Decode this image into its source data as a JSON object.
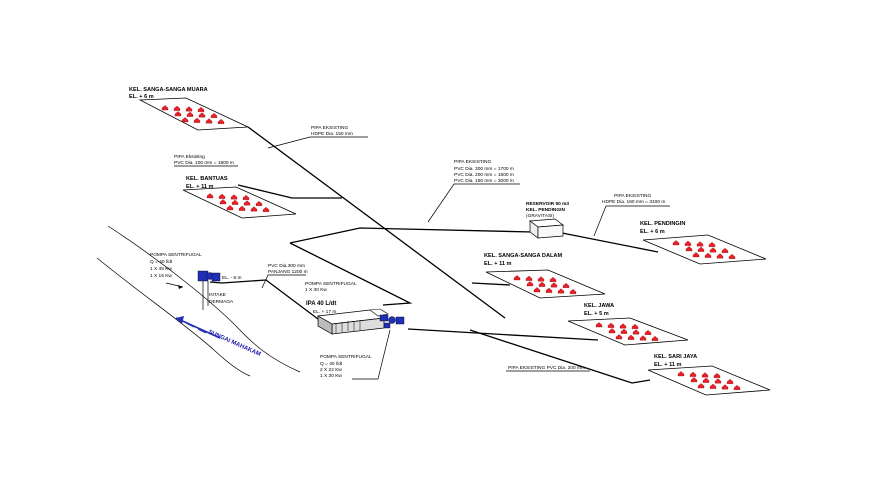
{
  "areas": [
    {
      "id": "muara",
      "name": "KEL. SANGA-SANGA MUARA",
      "elev": "EL. + 6 m"
    },
    {
      "id": "bantuas",
      "name": "KEL. BANTUAS",
      "elev": "EL. + 11 m"
    },
    {
      "id": "dalam",
      "name": "KEL. SANGA-SANGA DALAM",
      "elev": "EL. + 11 m"
    },
    {
      "id": "pendingin",
      "name": "KEL. PENDINGIN",
      "elev": "EL. + 6 m"
    },
    {
      "id": "jawa",
      "name": "KEL. JAWA",
      "elev": "EL. + 5 m"
    },
    {
      "id": "sarijaya",
      "name": "KEL. SARI JAYA",
      "elev": "EL. + 11 m"
    }
  ],
  "notes": {
    "pipa_hdpe_150": [
      "PIPA EKSISTING",
      "HDPE Dia. 150 mm"
    ],
    "pipa_pvc_100": [
      "PIPA Eksisting",
      "PVC Dia. 100 mm = 1800 m"
    ],
    "pipa_pvc_multi": [
      "PIPA EKSISTING",
      "PVC Dia. 300 mm = 1700 m",
      "PVC Dia. 200 mm = 1600 m",
      "PVC Dia. 150 mm = 3000 m"
    ],
    "pipa_hdpe_160": [
      "PIPA EKSISTING",
      "HDPE Dia. 160 mm = 3100 m"
    ],
    "pompa_intake": [
      "POMPA SENTRIFUGAL",
      "Q = 40 l/dt",
      "1 X 45 Kw",
      "1 X 15 Kw"
    ],
    "el_intake": "EL. - 6 m",
    "intake": [
      "INTAKE",
      "DERMAGA"
    ],
    "pvc_300": [
      "PVC Dia.300 mm",
      "PANJANG 1200 m"
    ],
    "pompa_ipa": [
      "POMPA SENTRIFUGAL",
      "1 X 30 Kw"
    ],
    "ipa": "IPA 40 L/dt",
    "el_ipa": "EL. + 17 m",
    "pompa_out": [
      "POMPA SENTRIFUGAL",
      "Q = 40 l/dt",
      "2 X 22 Kw",
      "1 X 30 Kw"
    ],
    "reservoir": [
      "RESERVOIR 50 m3",
      "KEL. PENDINGIN",
      "(GRAVITASI)"
    ],
    "pipa_pvc_200": "PIPA EKSISTING PVC Dia. 200 mm",
    "river": "SUNGAI MAHAKAM"
  },
  "colors": {
    "house": "#e8202a",
    "pump": "#1f2fb8",
    "river_label": "#1a1aa6",
    "line": "#000000"
  }
}
